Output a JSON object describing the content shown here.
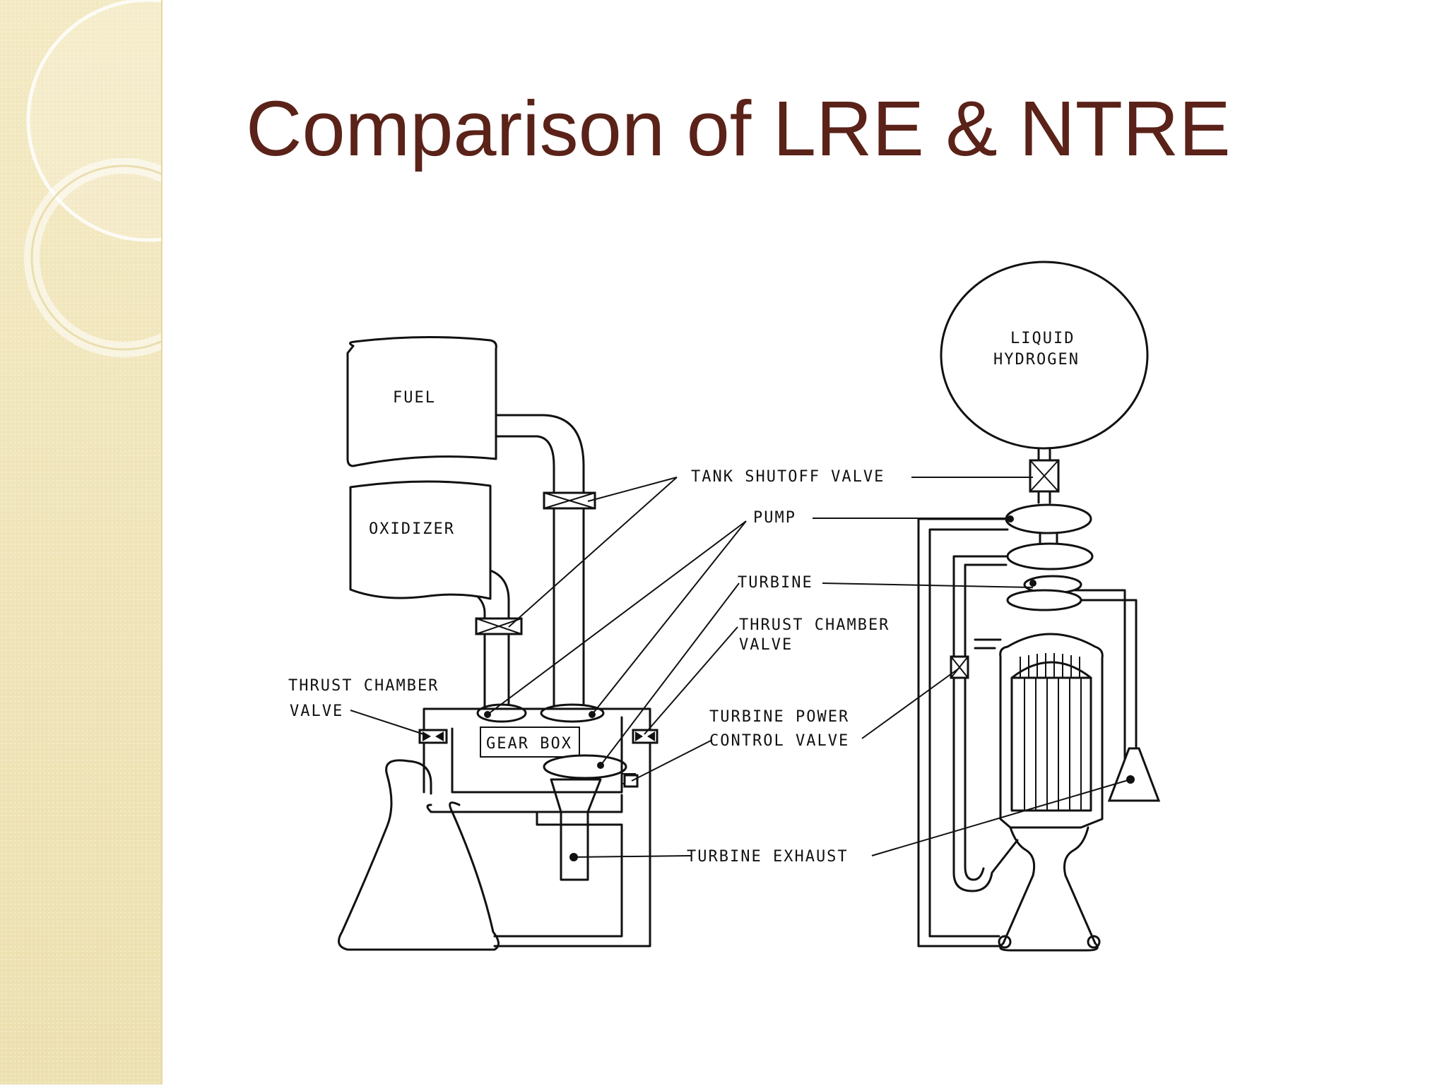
{
  "slide": {
    "title": "Comparison of LRE & NTRE"
  },
  "diagram": {
    "lre": {
      "fuel_tank": "FUEL",
      "oxidizer_tank": "OXIDIZER",
      "gear_box": "GEAR BOX",
      "thrust_chamber_valve_line1": "THRUST CHAMBER",
      "thrust_chamber_valve_line2": "VALVE"
    },
    "ntre": {
      "tank_line1": "LIQUID",
      "tank_line2": "HYDROGEN"
    },
    "labels": {
      "tank_shutoff_valve": "TANK SHUTOFF VALVE",
      "pump": "PUMP",
      "turbine": "TURBINE",
      "thrust_chamber_valve_line1": "THRUST CHAMBER",
      "thrust_chamber_valve_line2": "VALVE",
      "turbine_power_control_valve_line1": "TURBINE POWER",
      "turbine_power_control_valve_line2": "CONTROL VALVE",
      "turbine_exhaust": "TURBINE EXHAUST"
    }
  },
  "colors": {
    "title": "#5a2218",
    "sidebar": "#efe4b9",
    "line": "#111111"
  }
}
